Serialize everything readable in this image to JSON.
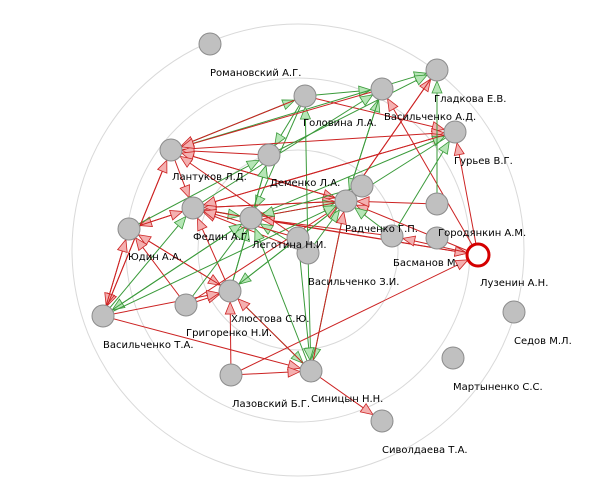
{
  "chart_data": {
    "type": "network",
    "colors": {
      "ring": "#d9d9d9",
      "node_fill": "#c0c0c0",
      "node_stroke": "#8c8c8c",
      "highlight_stroke": "#d40000",
      "edge_red": "#cc2222",
      "edge_green": "#3a9a3a",
      "arrow_red_fill": "#f4b0b0",
      "arrow_green_fill": "#b6e6b6"
    },
    "nodes": [
      {
        "id": "romanovsky",
        "label": "Романовский А.Г."
      },
      {
        "id": "gladkova",
        "label": "Гладкова Е.В."
      },
      {
        "id": "golovina",
        "label": "Головина Л.А."
      },
      {
        "id": "vasilchenko_ad",
        "label": "Васильченко А.Д."
      },
      {
        "id": "guryev",
        "label": "Гурьев В.Г."
      },
      {
        "id": "lantukov",
        "label": "Лантуков Л.Д."
      },
      {
        "id": "demenko",
        "label": "Деменко Л.А."
      },
      {
        "id": "fedin",
        "label": "Федин А.Г."
      },
      {
        "id": "legotina",
        "label": "Леготина Н.И."
      },
      {
        "id": "radchenko",
        "label": "Радченко Г.П."
      },
      {
        "id": "gorodyankin",
        "label": "Городянкин А.М.",
        "highlighted": true
      },
      {
        "id": "yudin",
        "label": "Юдин А.А."
      },
      {
        "id": "basmanov",
        "label": "Басманов М."
      },
      {
        "id": "vasilchenko_zi",
        "label": "Васильченко З.И."
      },
      {
        "id": "luzenin",
        "label": "Лузенин А.Н."
      },
      {
        "id": "khlyostova",
        "label": "Хлюстова С.Ю."
      },
      {
        "id": "grigorenko",
        "label": "Григоренко Н.И."
      },
      {
        "id": "vasilchenko_ta",
        "label": "Васильченко Т.А."
      },
      {
        "id": "sedov",
        "label": "Седов М.Л."
      },
      {
        "id": "martynenko",
        "label": "Мартыненко С.С."
      },
      {
        "id": "lazovsky",
        "label": "Лазовский Б.Г."
      },
      {
        "id": "sinitsyn",
        "label": "Синицын Н.Н."
      },
      {
        "id": "sivoldaeva",
        "label": "Сиволдаева Т.А."
      },
      {
        "id": "unlabeled_1",
        "label": ""
      },
      {
        "id": "unlabeled_2",
        "label": ""
      },
      {
        "id": "unlabeled_3",
        "label": ""
      }
    ],
    "edges": [
      {
        "from": "lantukov",
        "to": "golovina",
        "color": "green"
      },
      {
        "from": "golovina",
        "to": "lantukov",
        "color": "red"
      },
      {
        "from": "golovina",
        "to": "vasilchenko_ad",
        "color": "green"
      },
      {
        "from": "golovina",
        "to": "guryev",
        "color": "red"
      },
      {
        "from": "golovina",
        "to": "legotina",
        "color": "green"
      },
      {
        "from": "golovina",
        "to": "demenko",
        "color": "green"
      },
      {
        "from": "lantukov",
        "to": "guryev",
        "color": "red"
      },
      {
        "from": "lantukov",
        "to": "gladkova",
        "color": "green"
      },
      {
        "from": "lantukov",
        "to": "fedin",
        "color": "red"
      },
      {
        "from": "lantukov",
        "to": "vasilchenko_ta",
        "color": "red"
      },
      {
        "from": "lantukov",
        "to": "radchenko",
        "color": "red"
      },
      {
        "from": "demenko",
        "to": "gladkova",
        "color": "green"
      },
      {
        "from": "demenko",
        "to": "lantukov",
        "color": "red"
      },
      {
        "from": "fedin",
        "to": "guryev",
        "color": "red"
      },
      {
        "from": "fedin",
        "to": "vasilchenko_ad",
        "color": "green"
      },
      {
        "from": "fedin",
        "to": "gorodyankin",
        "color": "red"
      },
      {
        "from": "fedin",
        "to": "radchenko",
        "color": "red"
      },
      {
        "from": "fedin",
        "to": "legotina",
        "color": "green"
      },
      {
        "from": "fedin",
        "to": "yudin",
        "color": "red"
      },
      {
        "from": "legotina",
        "to": "fedin",
        "color": "red"
      },
      {
        "from": "legotina",
        "to": "radchenko",
        "color": "green"
      },
      {
        "from": "legotina",
        "to": "gorodyankin",
        "color": "red"
      },
      {
        "from": "legotina",
        "to": "guryev",
        "color": "green"
      },
      {
        "from": "legotina",
        "to": "vasilchenko_ta",
        "color": "green"
      },
      {
        "from": "legotina",
        "to": "demenko",
        "color": "green"
      },
      {
        "from": "radchenko",
        "to": "gladkova",
        "color": "red"
      },
      {
        "from": "radchenko",
        "to": "vasilchenko_ad",
        "color": "green"
      },
      {
        "from": "radchenko",
        "to": "legotina",
        "color": "red"
      },
      {
        "from": "radchenko",
        "to": "fedin",
        "color": "red"
      },
      {
        "from": "radchenko",
        "to": "khlyostova",
        "color": "green"
      },
      {
        "from": "radchenko",
        "to": "sinitsyn",
        "color": "green"
      },
      {
        "from": "radchenko",
        "to": "lantukov",
        "color": "red"
      },
      {
        "from": "gorodyankin",
        "to": "radchenko",
        "color": "red"
      },
      {
        "from": "gorodyankin",
        "to": "guryev",
        "color": "red"
      },
      {
        "from": "gorodyankin",
        "to": "vasilchenko_ad",
        "color": "red"
      },
      {
        "from": "gorodyankin",
        "to": "basmanov",
        "color": "red"
      },
      {
        "from": "basmanov",
        "to": "radchenko",
        "color": "green"
      },
      {
        "from": "basmanov",
        "to": "legotina",
        "color": "red"
      },
      {
        "from": "basmanov",
        "to": "guryev",
        "color": "green"
      },
      {
        "from": "yudin",
        "to": "fedin",
        "color": "red"
      },
      {
        "from": "yudin",
        "to": "khlyostova",
        "color": "red"
      },
      {
        "from": "yudin",
        "to": "vasilchenko_ta",
        "color": "red"
      },
      {
        "from": "yudin",
        "to": "demenko",
        "color": "green"
      },
      {
        "from": "vasilchenko_zi",
        "to": "radchenko",
        "color": "green"
      },
      {
        "from": "vasilchenko_zi",
        "to": "legotina",
        "color": "green"
      },
      {
        "from": "vasilchenko_zi",
        "to": "sinitsyn",
        "color": "green"
      },
      {
        "from": "vasilchenko_zi",
        "to": "golovina",
        "color": "green"
      },
      {
        "from": "vasilchenko_zi",
        "to": "fedin",
        "color": "red"
      },
      {
        "from": "khlyostova",
        "to": "legotina",
        "color": "green"
      },
      {
        "from": "khlyostova",
        "to": "radchenko",
        "color": "green"
      },
      {
        "from": "khlyostova",
        "to": "fedin",
        "color": "red"
      },
      {
        "from": "khlyostova",
        "to": "demenko",
        "color": "green"
      },
      {
        "from": "khlyostova",
        "to": "yudin",
        "color": "red"
      },
      {
        "from": "khlyostova",
        "to": "sinitsyn",
        "color": "green"
      },
      {
        "from": "grigorenko",
        "to": "legotina",
        "color": "green"
      },
      {
        "from": "grigorenko",
        "to": "radchenko",
        "color": "red"
      },
      {
        "from": "grigorenko",
        "to": "khlyostova",
        "color": "red"
      },
      {
        "from": "grigorenko",
        "to": "yudin",
        "color": "red"
      },
      {
        "from": "vasilchenko_ta",
        "to": "legotina",
        "color": "green"
      },
      {
        "from": "vasilchenko_ta",
        "to": "radchenko",
        "color": "green"
      },
      {
        "from": "vasilchenko_ta",
        "to": "khlyostova",
        "color": "red"
      },
      {
        "from": "vasilchenko_ta",
        "to": "lantukov",
        "color": "red"
      },
      {
        "from": "vasilchenko_ta",
        "to": "sinitsyn",
        "color": "red"
      },
      {
        "from": "vasilchenko_ta",
        "to": "fedin",
        "color": "green"
      },
      {
        "from": "vasilchenko_ta",
        "to": "yudin",
        "color": "red"
      },
      {
        "from": "lazovsky",
        "to": "sinitsyn",
        "color": "red"
      },
      {
        "from": "lazovsky",
        "to": "gorodyankin",
        "color": "red"
      },
      {
        "from": "lazovsky",
        "to": "khlyostova",
        "color": "red"
      },
      {
        "from": "sinitsyn",
        "to": "legotina",
        "color": "green"
      },
      {
        "from": "sinitsyn",
        "to": "radchenko",
        "color": "red"
      },
      {
        "from": "sinitsyn",
        "to": "sivoldaeva",
        "color": "red"
      },
      {
        "from": "sinitsyn",
        "to": "khlyostova",
        "color": "red"
      },
      {
        "from": "vasilchenko_ad",
        "to": "radchenko",
        "color": "green"
      },
      {
        "from": "vasilchenko_ad",
        "to": "lantukov",
        "color": "red"
      },
      {
        "from": "guryev",
        "to": "radchenko",
        "color": "green"
      },
      {
        "from": "guryev",
        "to": "fedin",
        "color": "red"
      },
      {
        "from": "gladkova",
        "to": "radchenko",
        "color": "red"
      },
      {
        "from": "unlabeled_1",
        "to": "legotina",
        "color": "green"
      },
      {
        "from": "unlabeled_1",
        "to": "radchenko",
        "color": "red"
      },
      {
        "from": "unlabeled_2",
        "to": "radchenko",
        "color": "red"
      },
      {
        "from": "unlabeled_2",
        "to": "gladkova",
        "color": "green"
      },
      {
        "from": "unlabeled_3",
        "to": "sinitsyn",
        "color": "green"
      },
      {
        "from": "unlabeled_3",
        "to": "fedin",
        "color": "red"
      },
      {
        "from": "unlabeled_3",
        "to": "lantukov",
        "color": "red"
      }
    ]
  }
}
